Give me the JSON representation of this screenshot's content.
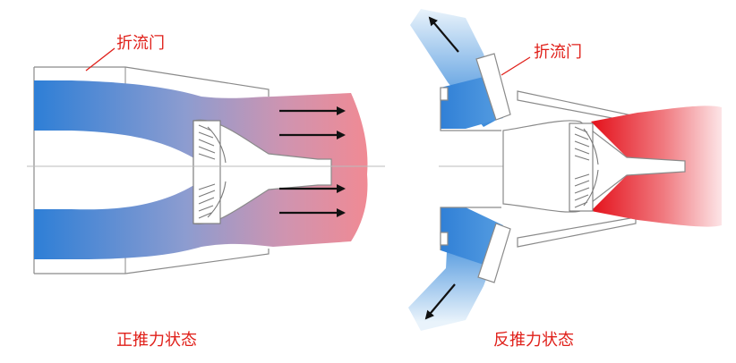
{
  "left_panel": {
    "deflector_label": "折流门",
    "caption": "正推力状态"
  },
  "right_panel": {
    "deflector_label": "折流门",
    "caption": "反推力状态"
  },
  "colors": {
    "label_red": "#e0201a",
    "cold_flow_blue": "#2f7fd6",
    "hot_flow_red": "#e8121a",
    "outline_gray": "#8a8a8a"
  }
}
